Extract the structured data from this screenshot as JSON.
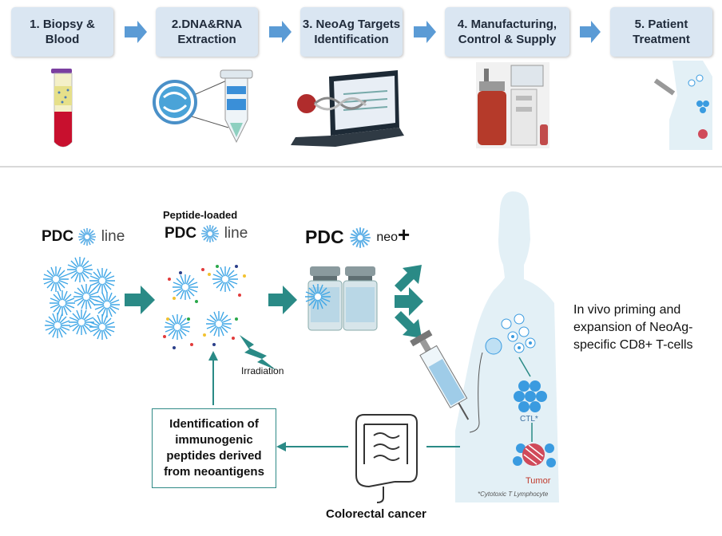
{
  "steps": [
    {
      "label": "1. Biopsy &\nBlood"
    },
    {
      "label": "2.DNA&RNA\nExtraction"
    },
    {
      "label": "3. NeoAg Targets\nIdentification"
    },
    {
      "label": "4. Manufacturing,\nControl & Supply"
    },
    {
      "label": "5. Patient\nTreatment"
    }
  ],
  "pdc_line": {
    "pdc": "PDC",
    "line": "line"
  },
  "peptide_loaded": {
    "caption": "Peptide-loaded",
    "pdc": "PDC",
    "line": "line"
  },
  "pdc_neo": {
    "pdc": "PDC",
    "neo": "neo",
    "plus": "+"
  },
  "irradiation": "Irradiation",
  "in_vivo_text": "In vivo priming and\nexpansion of NeoAg-\nspecific CD8+ T-cells",
  "identification_box": "Identification of\nimmunogenic\npeptides derived\nfrom neoantigens",
  "colorectal": "Colorectal cancer",
  "ctl_label": "CTL*",
  "tumor_label": "Tumor",
  "footnote": "*Cytotoxic T Lymphocyte",
  "colors": {
    "teal": "#2a8a86",
    "step_bg": "#dae6f2",
    "step_arrow": "#5b9bd5",
    "cell_blue": "#3a9be0",
    "tumor_red": "#d04a5a",
    "body_bg": "#e3f0f6"
  },
  "icons": [
    "test-tube-icon",
    "dna-tube-icon",
    "laptop-dna-icon",
    "bioreactor-icon",
    "patient-thumbnail-icon",
    "syringe-icon",
    "intestine-icon",
    "vial-icon"
  ]
}
